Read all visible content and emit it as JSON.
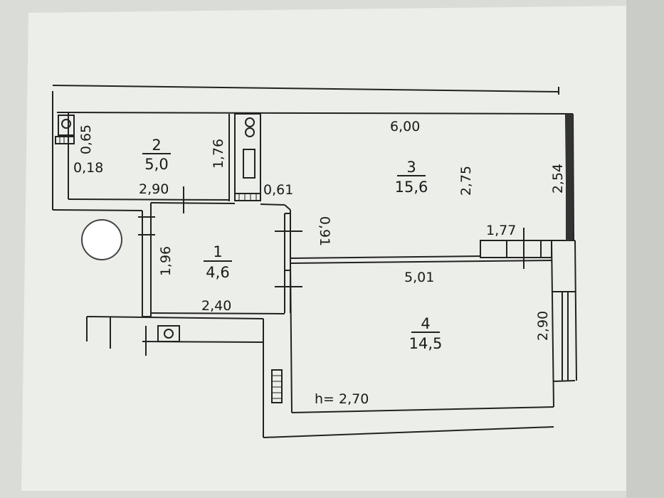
{
  "plan": {
    "rooms": [
      {
        "id": "1",
        "number": "1",
        "area": "4,6"
      },
      {
        "id": "2",
        "number": "2",
        "area": "5,0"
      },
      {
        "id": "3",
        "number": "3",
        "area": "15,6"
      },
      {
        "id": "4",
        "number": "4",
        "area": "14,5"
      }
    ],
    "dimensions": {
      "bath_height": "0,65",
      "bath_small": "0,18",
      "bath_width": "2,90",
      "bath_depth": "1,76",
      "niche": "0,61",
      "kitchen_width": "6,00",
      "kitchen_depth": "2,75",
      "balcony_left": "2,54",
      "opening": "0,91",
      "hall_depth": "1,96",
      "hall_width": "2,40",
      "partition": "1,77",
      "room_width": "5,01",
      "room_depth": "2,90"
    },
    "ceiling_height": "h= 2,70"
  },
  "colors": {
    "paper": "#eceee9",
    "ink": "#222222",
    "background": "#d9dcd7"
  }
}
